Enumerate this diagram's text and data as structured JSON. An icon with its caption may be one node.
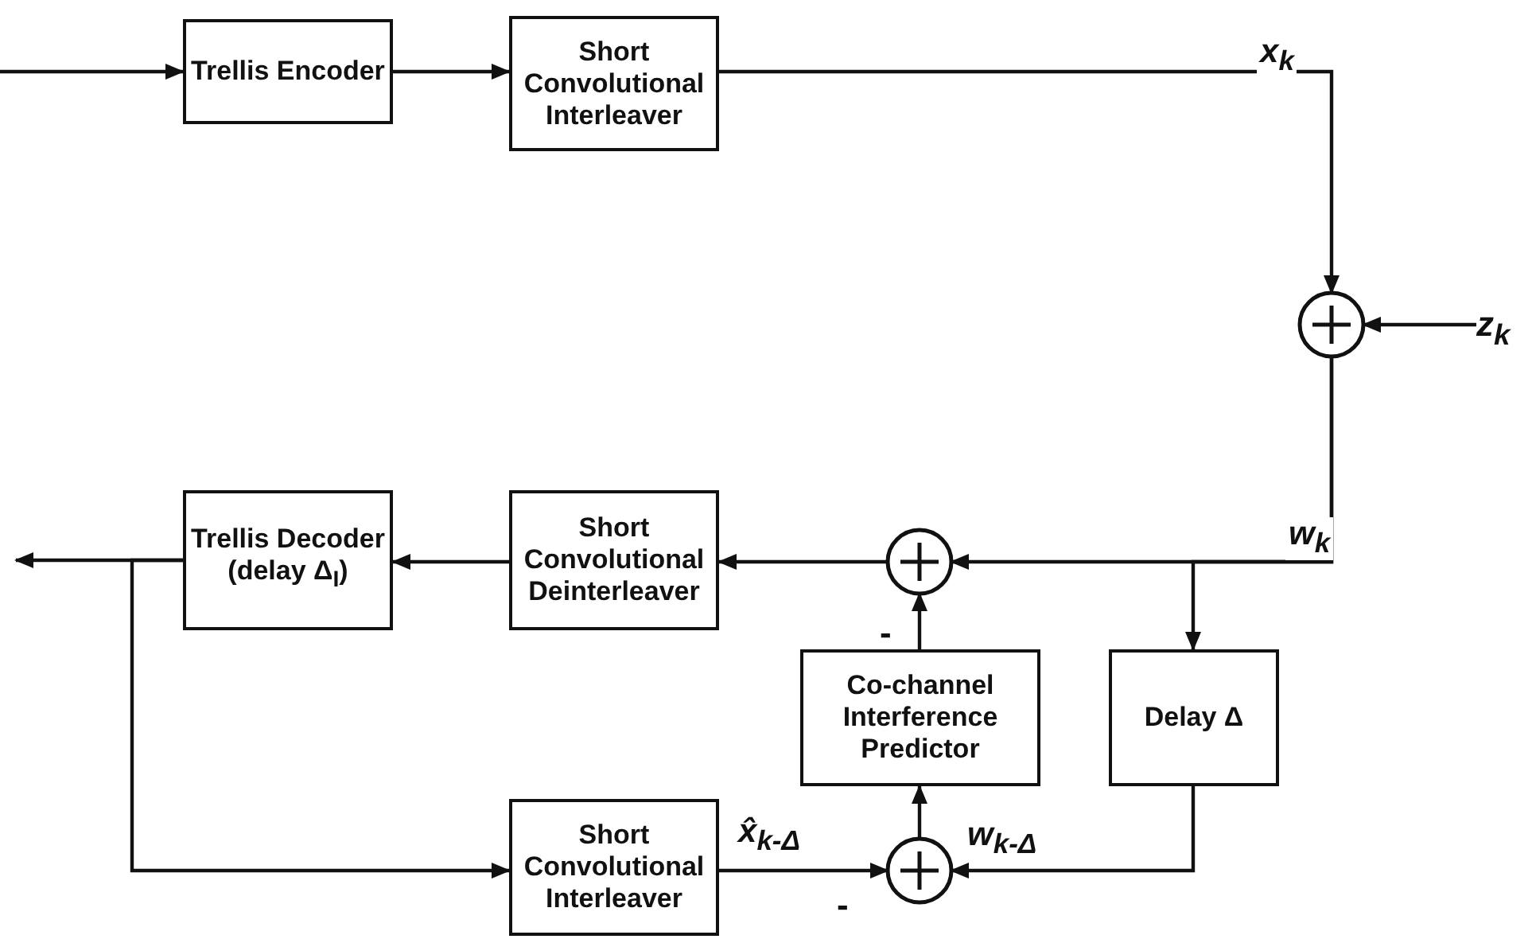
{
  "diagram": {
    "nodes": [
      {
        "text": [
          "Trellis Encoder"
        ]
      },
      {
        "text": [
          "Short Convolutional Interleaver"
        ]
      },
      {
        "text": [],
        "shape": "circle"
      },
      {
        "text": [
          "z$_{k}$"
        ]
      },
      {
        "text": [
          "Trellis Decoder (delay Δ$_{I}$)"
        ]
      },
      {
        "text": [
          "Short Convolutional Deinterleaver"
        ]
      },
      {
        "text": [],
        "shape": "circle"
      },
      {
        "text": [
          "Co-channel Interference Predictor"
        ]
      },
      {
        "text": [
          "Delay Δ"
        ]
      },
      {
        "text": [
          "Short Convolutional Interleaver"
        ]
      },
      {
        "text": [],
        "shape": "circle"
      }
    ],
    "edges": [
      {
        "from": null,
        "to": 0,
        "arrow": "to"
      },
      {
        "from": 0,
        "to": 1,
        "arrow": "to"
      },
      {
        "from": 1,
        "to": 2,
        "arrow": "to",
        "label": "x$_{k}$"
      },
      {
        "from": 3,
        "to": 2,
        "arrow": "to"
      },
      {
        "from": 2,
        "to": 6,
        "arrow": "to",
        "label": "w$_{k}$"
      },
      {
        "from": 2,
        "to": 8,
        "arrow": "to"
      },
      {
        "from": 6,
        "to": 5,
        "arrow": "to"
      },
      {
        "from": 5,
        "to": 4,
        "arrow": "to"
      },
      {
        "from": 4,
        "to": null,
        "arrow": "to"
      },
      {
        "from": 4,
        "to": 9,
        "arrow": "to"
      },
      {
        "from": 9,
        "to": 10,
        "arrow": "to",
        "label": "x̂$_{k-Δ}$"
      },
      {
        "from": 8,
        "to": 10,
        "arrow": "to",
        "label": "w$_{k-Δ}$"
      },
      {
        "from": 10,
        "to": 7,
        "arrow": "to"
      },
      {
        "from": 7,
        "to": 6,
        "arrow": "to"
      }
    ],
    "labels": [
      "-",
      "-"
    ]
  }
}
